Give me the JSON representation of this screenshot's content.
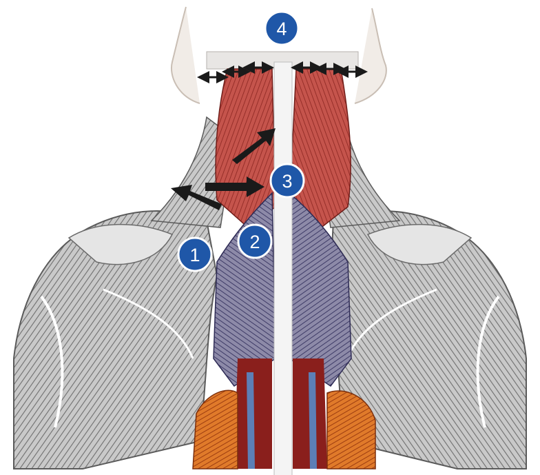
{
  "colors": {
    "badge_fill": "#1f57a8",
    "badge_ring": "#ffffff",
    "arrow": "#1a1a1a",
    "muscle_red": "#b8403a",
    "muscle_purple": "#4d4a7d",
    "muscle_gray": "#8a8a8a",
    "muscle_orange": "#d4661c",
    "background": "#ffffff"
  },
  "badges": [
    {
      "id": "badge-1",
      "label": "1"
    },
    {
      "id": "badge-2",
      "label": "2"
    },
    {
      "id": "badge-3",
      "label": "3"
    },
    {
      "id": "badge-4",
      "label": "4"
    }
  ],
  "arrows": {
    "count_thick": 3,
    "count_double_headed": 6,
    "names": [
      "arrow-up-right-icon",
      "arrow-right-icon",
      "arrow-up-left-icon",
      "double-headed-arrow-icon"
    ]
  }
}
